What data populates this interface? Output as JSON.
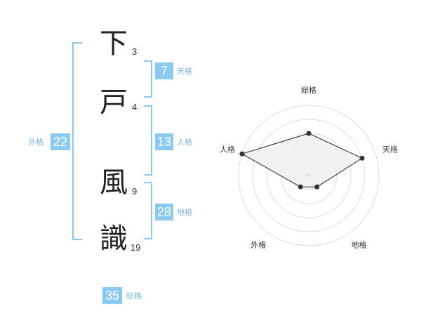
{
  "name_chars": [
    {
      "char": "下",
      "strokes": "3"
    },
    {
      "char": "戸",
      "strokes": "4"
    },
    {
      "char": "風",
      "strokes": "9"
    },
    {
      "char": "識",
      "strokes": "19"
    }
  ],
  "kaku": {
    "tenkaku": {
      "value": "7",
      "label": "天格"
    },
    "jinkaku": {
      "value": "13",
      "label": "人格"
    },
    "chikaku": {
      "value": "28",
      "label": "地格"
    },
    "gaikaku": {
      "value": "22",
      "label": "外格"
    },
    "soukaku": {
      "value": "35",
      "label": "総格"
    }
  },
  "radar": {
    "axes": [
      "総格",
      "天格",
      "地格",
      "外格",
      "人格"
    ],
    "levels": 5,
    "values": [
      3,
      4,
      1,
      1,
      5
    ],
    "max": 5,
    "colors": {
      "ring_stroke": "#dcdcdc",
      "ring_fill": "#ffffff",
      "polygon_fill": "#eeeeee",
      "polygon_stroke": "#222222",
      "point": "#333333",
      "center": "#cccccc"
    }
  }
}
